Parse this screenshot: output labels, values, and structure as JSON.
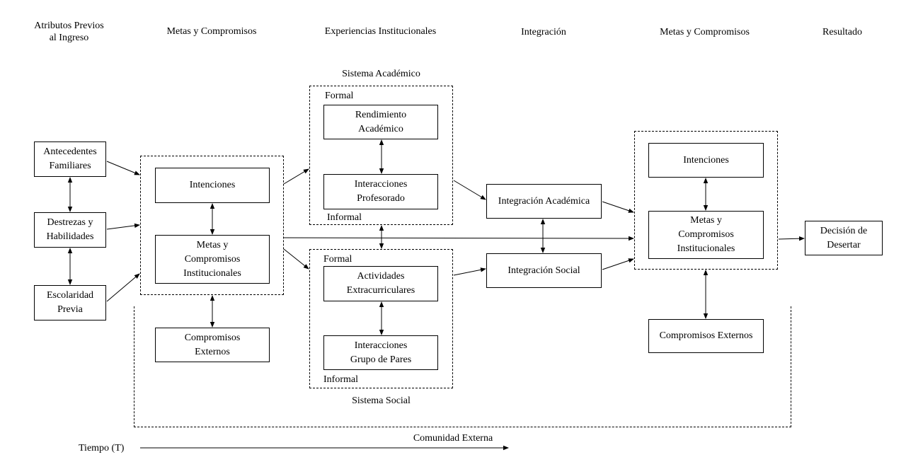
{
  "headers": {
    "col1": "Atributos  Previos\nal Ingreso",
    "col2": "Metas y Compromisos",
    "col3": "Experiencias  Institucionales",
    "col4": "Integración",
    "col5": "Metas y Compromisos",
    "col6": "Resultado"
  },
  "attributes": {
    "family": "Antecedentes\nFamiliares",
    "skills": "Destrezas  y\nHabilidades",
    "schooling": "Escolaridad\nPrevia"
  },
  "goals1": {
    "intentions": "Intenciones",
    "institutional": "Metas  y\nCompromisos\nInstitucionales",
    "external": "Compromisos\nExternos"
  },
  "academic_system": {
    "title": "Sistema  Académico",
    "formal": "Formal",
    "informal": "Informal",
    "performance": "Rendimiento\nAcadémico",
    "faculty": "Interacciones\nProfesorado"
  },
  "social_system": {
    "title": "Sistema  Social",
    "formal": "Formal",
    "informal": "Informal",
    "activities": "Actividades\nExtracurriculares",
    "peers": "Interacciones\nGrupo  de Pares"
  },
  "integration": {
    "academic": "Integración  Académica",
    "social": "Integración  Social"
  },
  "goals2": {
    "intentions": "Intenciones",
    "institutional": "Metas  y\nCompromisos\nInstitucionales",
    "external": "Compromisos  Externos"
  },
  "outcome": {
    "decision": "Decisión  de\nDesertar"
  },
  "footer": {
    "community": "Comunidad  Externa",
    "time": "Tiempo  (T)"
  }
}
